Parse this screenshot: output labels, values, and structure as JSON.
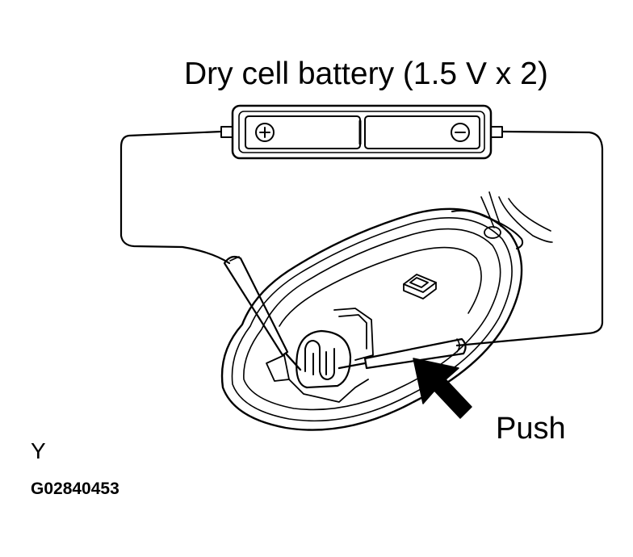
{
  "labels": {
    "title": "Dry cell battery (1.5 V x 2)",
    "push": "Push",
    "mark": "Y",
    "code": "G02840453"
  },
  "symbols": {
    "positive": "+",
    "negative": "−"
  },
  "colors": {
    "ink": "#000000",
    "paper": "#ffffff"
  }
}
